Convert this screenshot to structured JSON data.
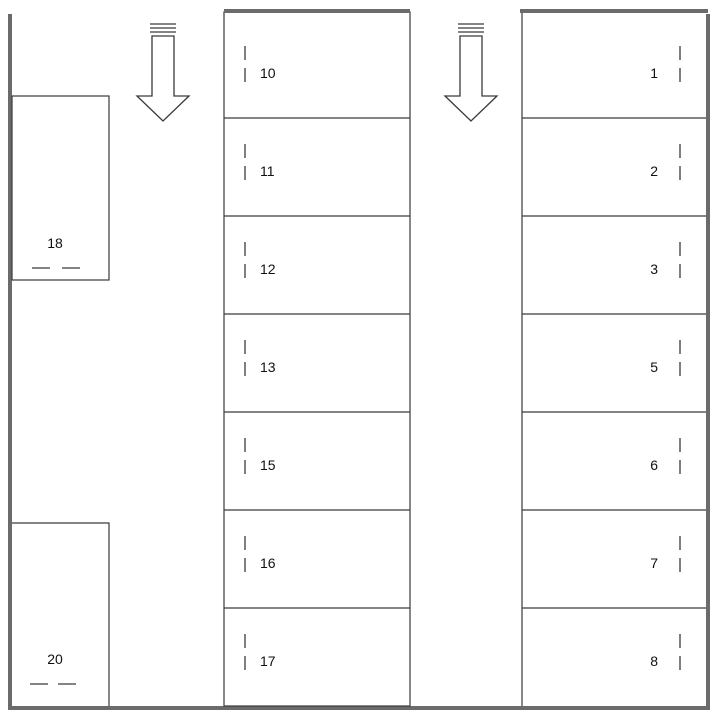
{
  "lot": {
    "spaces_middle": [
      "10",
      "11",
      "12",
      "13",
      "15",
      "16",
      "17"
    ],
    "spaces_right": [
      "1",
      "2",
      "3",
      "5",
      "6",
      "7",
      "8"
    ],
    "space_top_left": "18",
    "space_bottom_left": "20",
    "arrows": [
      {
        "name": "aisle-left-arrow",
        "direction": "down"
      },
      {
        "name": "aisle-right-arrow",
        "direction": "down"
      }
    ]
  }
}
